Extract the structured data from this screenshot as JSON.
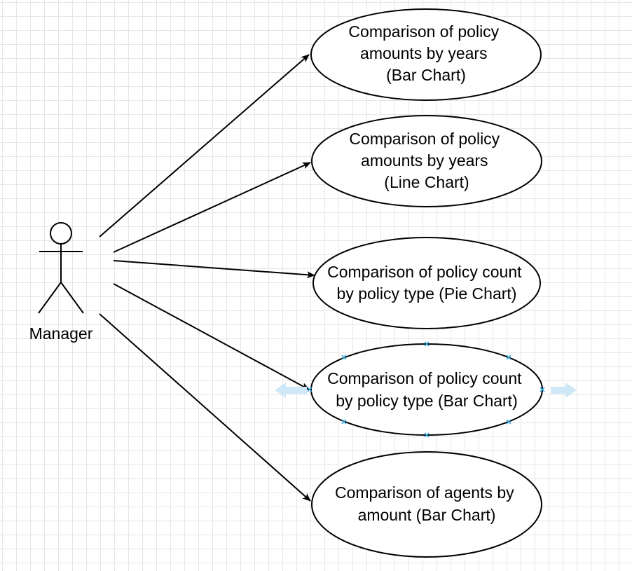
{
  "diagram": {
    "type": "use-case",
    "actor": {
      "label": "Manager"
    },
    "use_cases": [
      {
        "id": "uc1",
        "lines": [
          "Comparison of policy",
          "amounts by years",
          "(Bar Chart)"
        ],
        "selected": false
      },
      {
        "id": "uc2",
        "lines": [
          "Comparison of policy",
          "amounts by years",
          "(Line Chart)"
        ],
        "selected": false
      },
      {
        "id": "uc3",
        "lines": [
          "Comparison of policy count",
          "by policy type (Pie Chart)"
        ],
        "selected": false
      },
      {
        "id": "uc4",
        "lines": [
          "Comparison of policy count",
          "by policy type (Bar Chart)"
        ],
        "selected": true
      },
      {
        "id": "uc5",
        "lines": [
          "Comparison of agents by",
          "amount (Bar Chart)"
        ],
        "selected": false
      }
    ],
    "colors": {
      "stroke": "#000000",
      "grid": "#e6e6e6",
      "selection_handle": "#29a3e0",
      "hover_arrow": "#cfe8f7"
    }
  }
}
